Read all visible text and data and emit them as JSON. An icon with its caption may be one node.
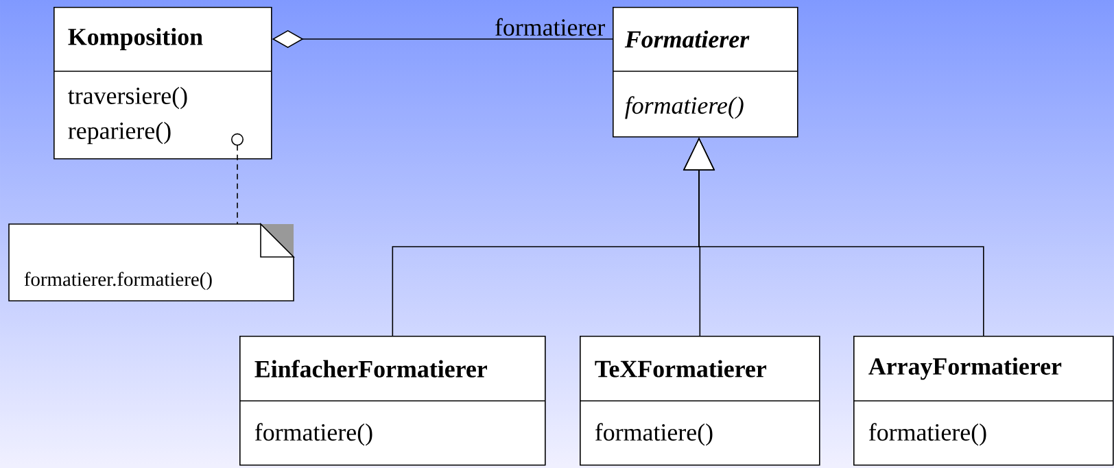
{
  "diagram": {
    "nodes": [
      {
        "text": [
          "Komposition",
          "traversiere()",
          "repariere()"
        ]
      },
      {
        "text": [
          "Formatierer",
          "formatiere()"
        ]
      },
      {
        "text": [
          "formatierer.formatiere()"
        ]
      },
      {
        "text": [
          "EinfacherFormatierer",
          "formatiere()"
        ]
      },
      {
        "text": [
          "TeXFormatierer",
          "formatiere()"
        ]
      },
      {
        "text": [
          "ArrayFormatierer",
          "formatiere()"
        ]
      }
    ],
    "edges": [
      {
        "from": 0,
        "to": 1,
        "arrow": "other",
        "label": "formatierer"
      },
      {
        "from": 0,
        "to": 2,
        "arrow": "other",
        "style": "dashed"
      },
      {
        "from": 3,
        "to": 1,
        "arrow": "to"
      },
      {
        "from": 4,
        "to": 1,
        "arrow": "to"
      },
      {
        "from": 5,
        "to": 1,
        "arrow": "to"
      }
    ]
  }
}
